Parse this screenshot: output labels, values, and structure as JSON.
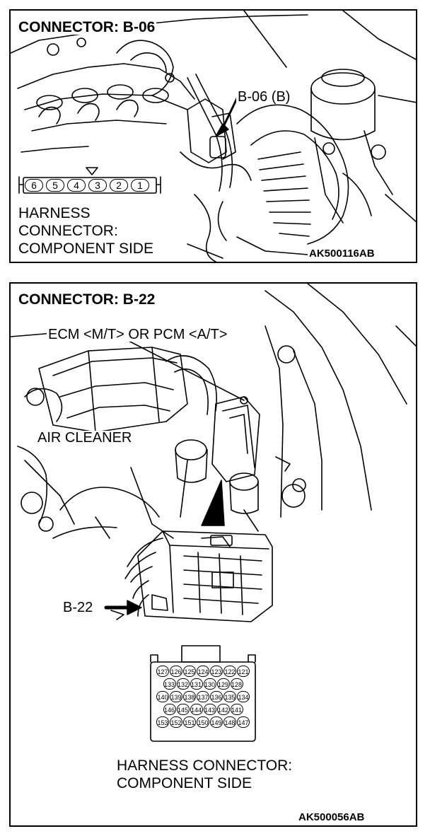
{
  "panel1": {
    "title": "CONNECTOR: B-06",
    "callout": "B-06 (B)",
    "pins": [
      "6",
      "5",
      "4",
      "3",
      "2",
      "1"
    ],
    "harness_label": "HARNESS\nCONNECTOR:\nCOMPONENT SIDE",
    "figure_code": "AK500116AB"
  },
  "panel2": {
    "title": "CONNECTOR: B-22",
    "ecm_label": "ECM <M/T> OR PCM <A/T>",
    "air_cleaner_label": "AIR CLEANER",
    "callout": "B-22",
    "pin_rows": [
      [
        "127",
        "126",
        "125",
        "124",
        "123",
        "122",
        "121"
      ],
      [
        "133",
        "132",
        "131",
        "130",
        "129",
        "128"
      ],
      [
        "140",
        "139",
        "138",
        "137",
        "136",
        "135",
        "134"
      ],
      [
        "146",
        "145",
        "144",
        "143",
        "142",
        "141"
      ],
      [
        "153",
        "152",
        "151",
        "150",
        "149",
        "148",
        "147"
      ]
    ],
    "harness_label": "HARNESS CONNECTOR:\nCOMPONENT SIDE",
    "figure_code": "AK500056AB"
  }
}
